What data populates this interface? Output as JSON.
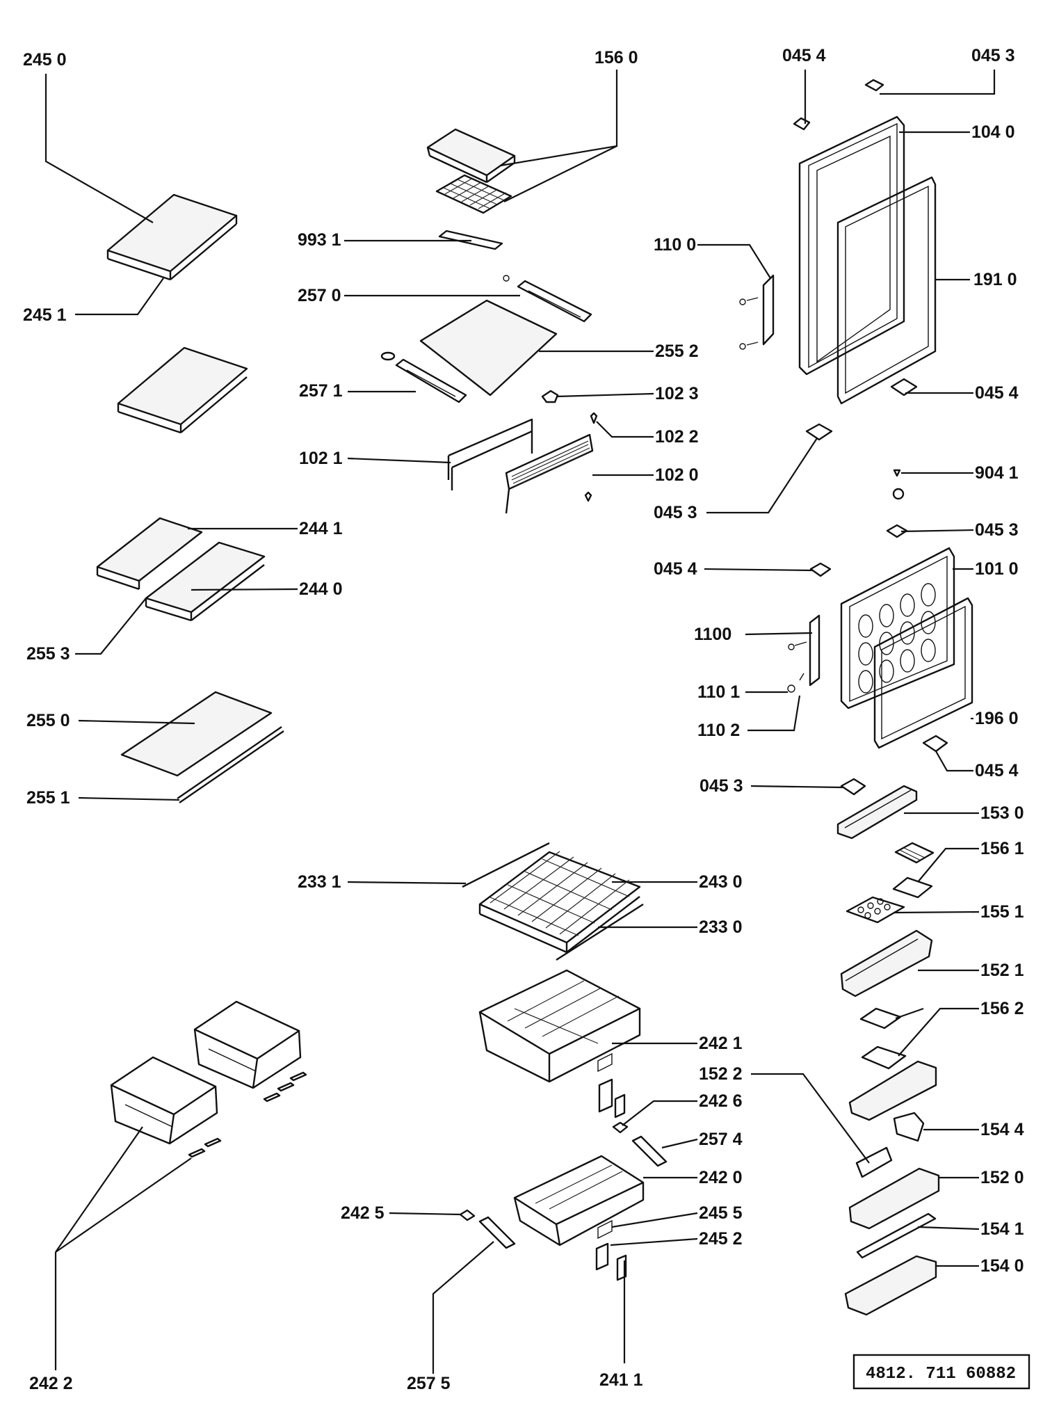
{
  "labels": {
    "l2450": "245 0",
    "l2451": "245 1",
    "l1560": "156 0",
    "l9931": "993 1",
    "l2570": "257 0",
    "l2552": "255 2",
    "l2571": "257 1",
    "l1023": "102 3",
    "l1022": "102 2",
    "l1021": "102 1",
    "l1020": "102 0",
    "l0454a": "045 4",
    "l0453a": "045 3",
    "l1040": "104 0",
    "l1100a": "110 0",
    "l1910": "191 0",
    "l0454b": "045 4",
    "l0453b": "045 3",
    "l9041": "904 1",
    "l0453c": "045 3",
    "l0454c": "045 4",
    "l1010": "101 0",
    "l1100b": "1100",
    "l1101": "110 1",
    "l1102": "110 2",
    "l1960": "196 0",
    "l0454d": "045 4",
    "l0453d": "045 3",
    "l2441": "244 1",
    "l2440": "244 0",
    "l2553": "255 3",
    "l2550": "255 0",
    "l2551": "255 1",
    "l1530": "153 0",
    "l1561": "156 1",
    "l1551": "155 1",
    "l1521": "152 1",
    "l1562": "156 2",
    "l1544": "154 4",
    "l1520": "152 0",
    "l1541": "154 1",
    "l1540": "154 0",
    "l1522": "152 2",
    "l2331": "233 1",
    "l2430": "243 0",
    "l2330": "233 0",
    "l2421": "242 1",
    "l2426": "242 6",
    "l2574": "257 4",
    "l2420": "242 0",
    "l2455": "245 5",
    "l2452": "245 2",
    "l2425": "242 5",
    "l2422": "242 2",
    "l2575": "257 5",
    "l2411": "241 1"
  },
  "stamp": "4812. 711 60882"
}
